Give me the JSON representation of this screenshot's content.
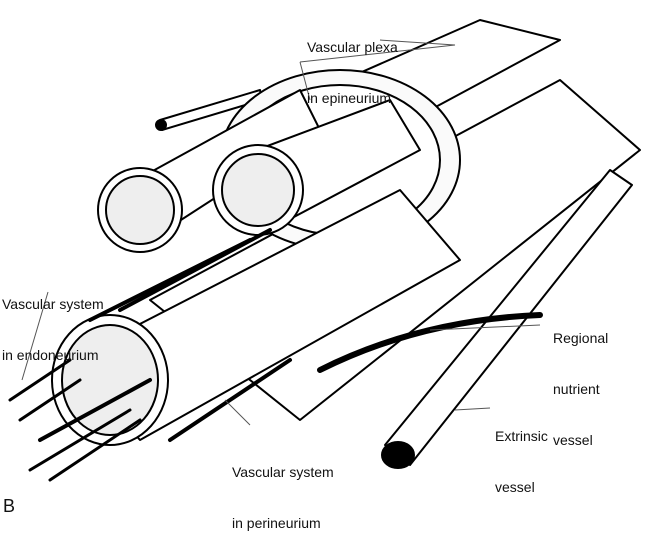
{
  "figure": {
    "panel_letter": "B",
    "subject": "Peripheral nerve vascular supply illustration",
    "labels": {
      "vascular_plexa": [
        "Vascular plexa",
        "in epineurium"
      ],
      "endoneurium": [
        "Vascular system",
        "in endoneurium"
      ],
      "perineurium": [
        "Vascular system",
        "in perineurium"
      ],
      "regional": [
        "Regional",
        "nutrient",
        "vessel"
      ],
      "extrinsic": [
        "Extrinsic",
        "vessel"
      ]
    }
  }
}
